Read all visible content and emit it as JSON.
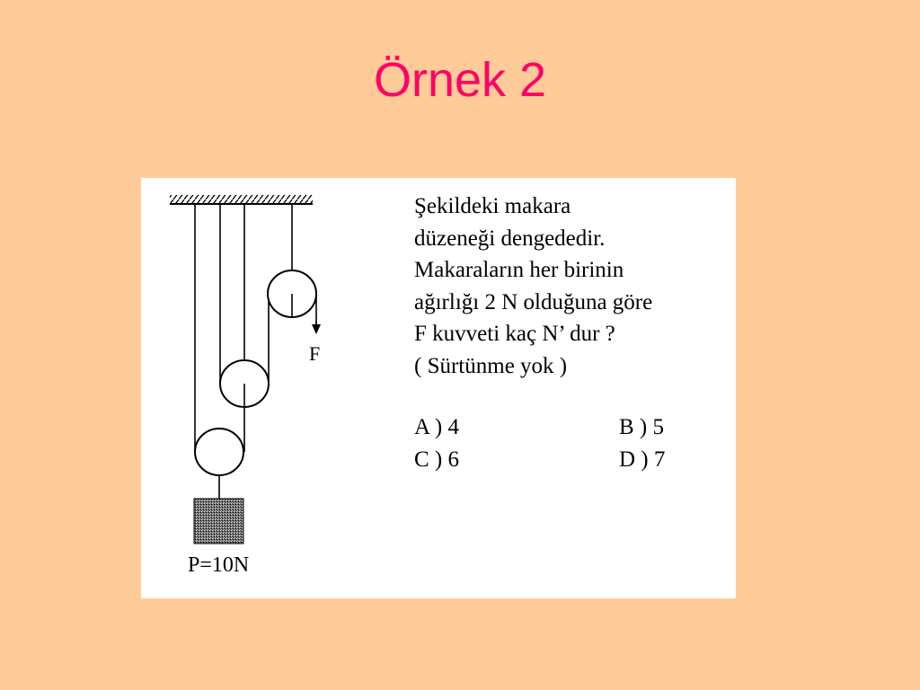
{
  "slide": {
    "title": "Örnek 2"
  },
  "question": {
    "lines": [
      "Şekildeki makara",
      "düzeneği dengededir.",
      "Makaraların her birinin",
      "ağırlığı 2 N olduğuna göre",
      "F kuvveti kaç N’ dur ?",
      "( Sürtünme yok )"
    ]
  },
  "answers": {
    "a": "A ) 4",
    "b": "B ) 5",
    "c": "C ) 6",
    "d": "D ) 7"
  },
  "diagram": {
    "force_label": "F",
    "weight_label": "P=10N"
  }
}
